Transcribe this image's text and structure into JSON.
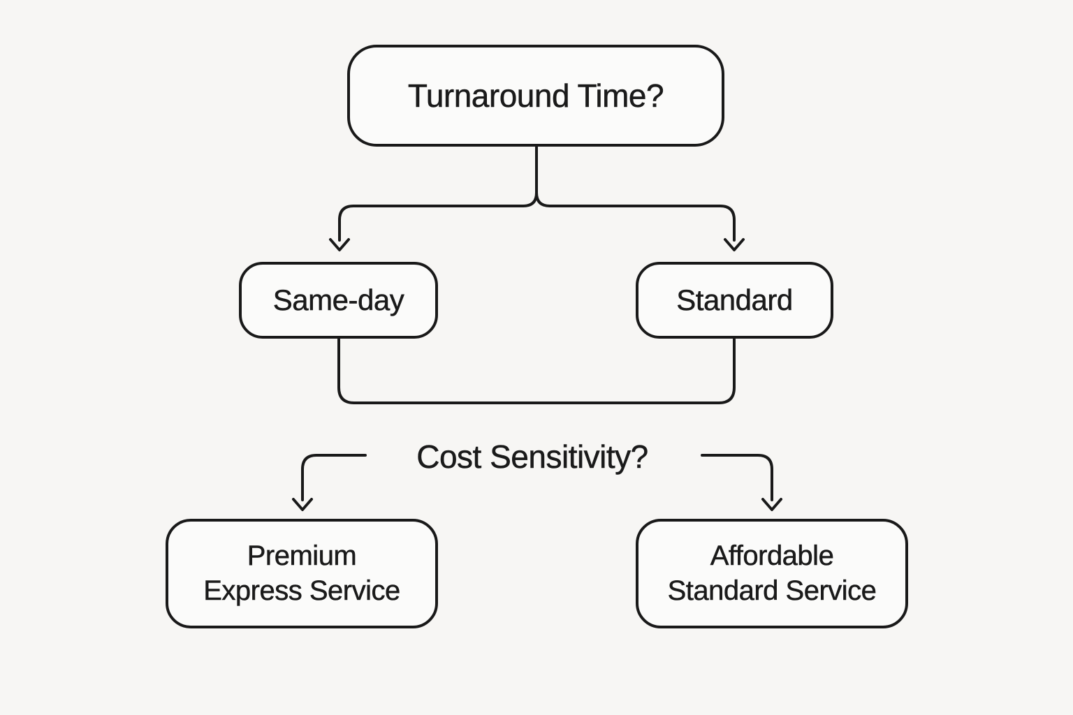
{
  "diagram": {
    "colors": {
      "background": "#f7f6f4",
      "line": "#191919",
      "text": "#1a1a1a",
      "box_fill": "#fbfbfa"
    },
    "root": {
      "label": "Turnaround Time?"
    },
    "branch_left": {
      "label": "Same-day"
    },
    "branch_right": {
      "label": "Standard"
    },
    "question": {
      "label": "Cost Sensitivity?"
    },
    "outcome_left": {
      "line1": "Premium",
      "line2": "Express Service"
    },
    "outcome_right": {
      "line1": "Affordable",
      "line2": "Standard Service"
    }
  }
}
